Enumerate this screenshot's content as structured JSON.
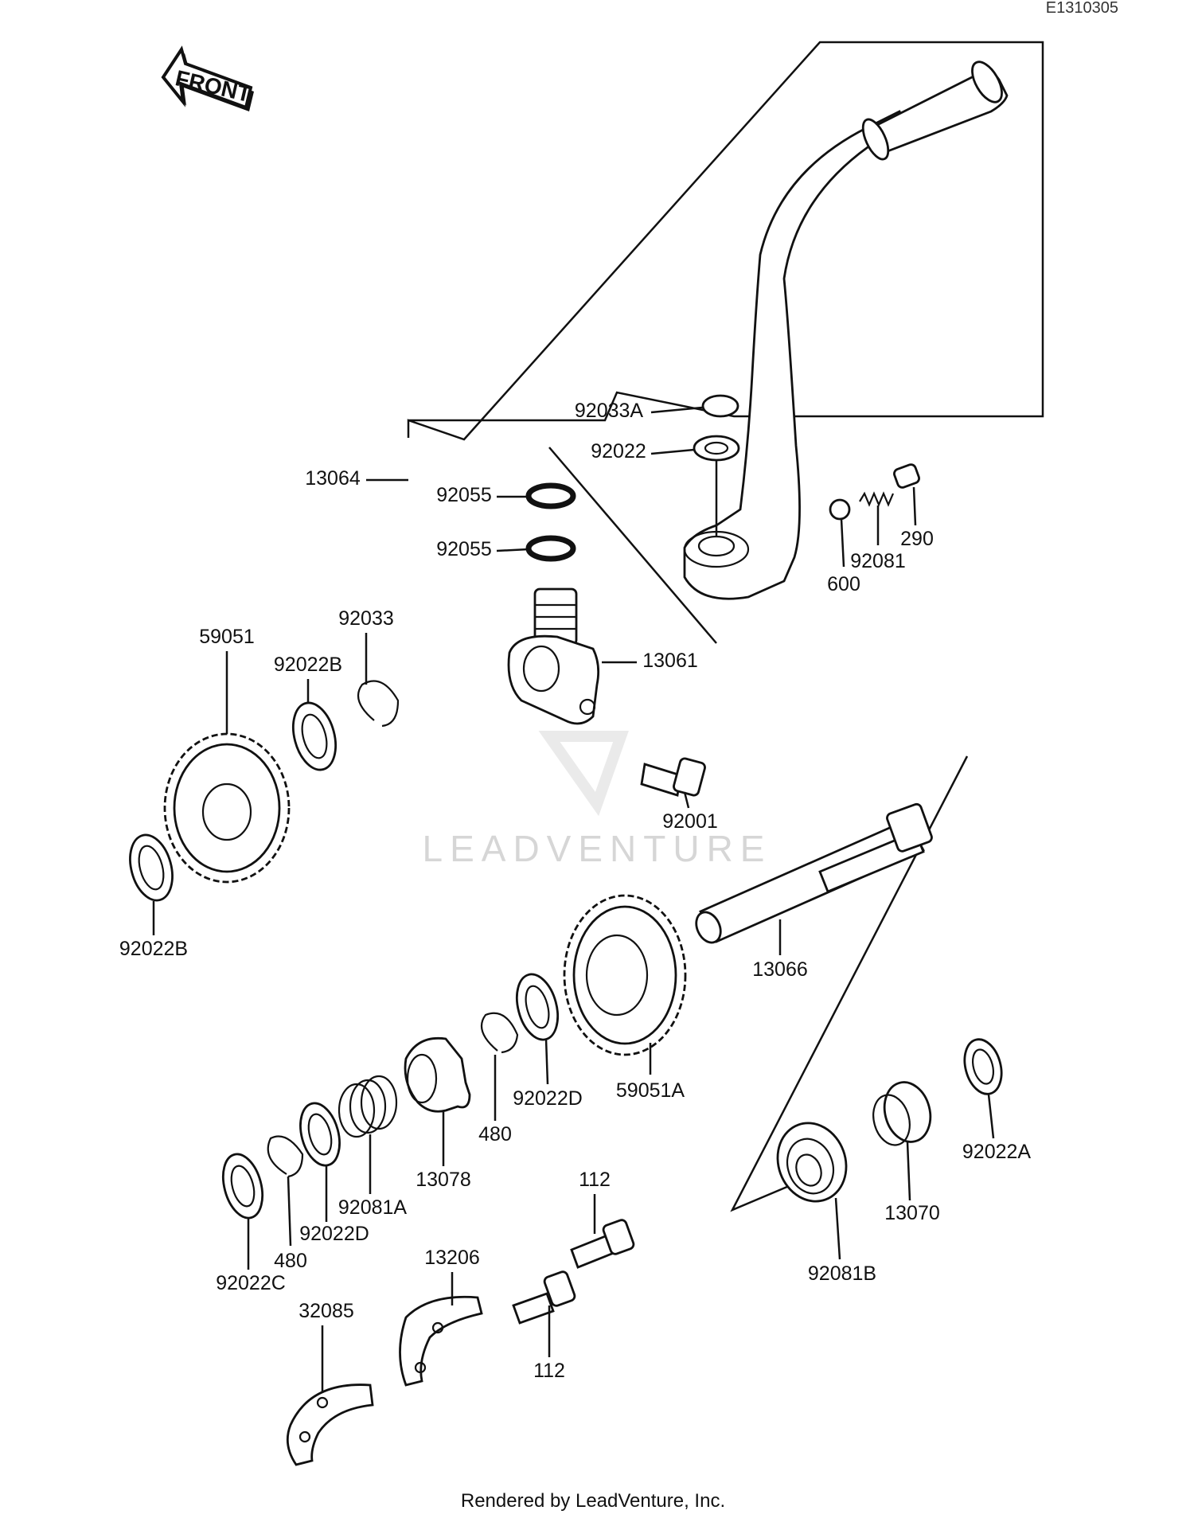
{
  "diagram_code": "E1310305",
  "front_label": "FRONT",
  "watermark": "LEADVENTURE",
  "footer": "Rendered by LeadVenture, Inc.",
  "icons": [
    "front-arrow-icon",
    "leadventure-logo-icon"
  ],
  "parts": [
    {
      "id": "p92033A",
      "label": "92033A"
    },
    {
      "id": "p92022",
      "label": "92022"
    },
    {
      "id": "p13064",
      "label": "13064"
    },
    {
      "id": "p92055a",
      "label": "92055"
    },
    {
      "id": "p92055b",
      "label": "92055"
    },
    {
      "id": "p290",
      "label": "290"
    },
    {
      "id": "p92081",
      "label": "92081"
    },
    {
      "id": "p600",
      "label": "600"
    },
    {
      "id": "p92033",
      "label": "92033"
    },
    {
      "id": "p59051",
      "label": "59051"
    },
    {
      "id": "p92022B1",
      "label": "92022B"
    },
    {
      "id": "p13061",
      "label": "13061"
    },
    {
      "id": "p92001",
      "label": "92001"
    },
    {
      "id": "p92022B2",
      "label": "92022B"
    },
    {
      "id": "p13066",
      "label": "13066"
    },
    {
      "id": "p59051A",
      "label": "59051A"
    },
    {
      "id": "p92022D1",
      "label": "92022D"
    },
    {
      "id": "p480a",
      "label": "480"
    },
    {
      "id": "p13078",
      "label": "13078"
    },
    {
      "id": "p92081A",
      "label": "92081A"
    },
    {
      "id": "p92022D2",
      "label": "92022D"
    },
    {
      "id": "p480b",
      "label": "480"
    },
    {
      "id": "p92022C",
      "label": "92022C"
    },
    {
      "id": "p112a",
      "label": "112"
    },
    {
      "id": "p13206",
      "label": "13206"
    },
    {
      "id": "p112b",
      "label": "112"
    },
    {
      "id": "p32085",
      "label": "32085"
    },
    {
      "id": "p92022A",
      "label": "92022A"
    },
    {
      "id": "p13070",
      "label": "13070"
    },
    {
      "id": "p92081B",
      "label": "92081B"
    }
  ]
}
